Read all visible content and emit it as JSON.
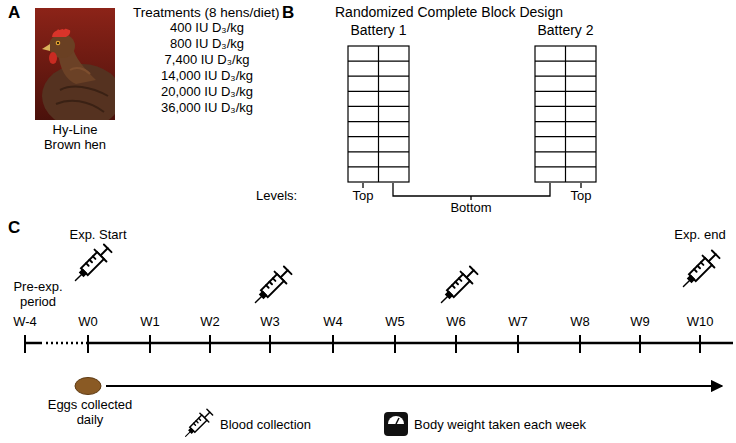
{
  "diagram": {
    "nodes": [
      {
        "text": [
          "Battery 1"
        ]
      },
      {
        "text": [
          "Battery 2"
        ]
      }
    ],
    "labels": [
      "A",
      "Hy-Line Brown hen",
      "Treatments (8 hens/diet)",
      "400 IU D₃/kg",
      "800 IU D₃/kg",
      "7,400 IU D₃/kg",
      "14,000 IU D₃/kg",
      "20,000 IU D₃/kg",
      "36,000 IU D₃/kg",
      "B",
      "Randomized Complete Block Design",
      "Levels:",
      "Top",
      "Bottom",
      "Top",
      "C",
      "Exp. Start",
      "Pre-exp. period",
      "Exp. end",
      "W-4",
      "W0",
      "W1",
      "W2",
      "W3",
      "W4",
      "W5",
      "W6",
      "W7",
      "W8",
      "W9",
      "W10",
      "Eggs collected daily"
    ],
    "legend": [
      {
        "text": "Blood collection"
      },
      {
        "text": "Body weight taken each week"
      }
    ]
  }
}
